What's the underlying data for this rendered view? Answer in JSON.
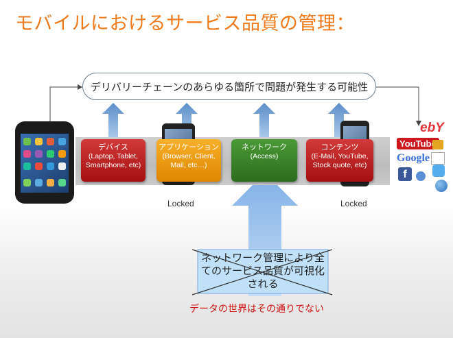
{
  "title": "モバイルにおけるサービス品質の管理：",
  "bubble_text": "デリバリーチェーンのあらゆる箇所で問題が発生する可能性",
  "chain": [
    {
      "title": "デバイス",
      "sub": "(Laptop, Tablet, Smartphone, etc)",
      "color": "#b81f1f"
    },
    {
      "title": "アプリケーション",
      "sub": "(Browser, Client, Mail, etc…)",
      "color": "#ef9a10"
    },
    {
      "title": "ネットワーク",
      "sub": "(Access)",
      "color": "#3b842a"
    },
    {
      "title": "コンテンツ",
      "sub": "(E-Mail, YouTube, Stock quote, etc)",
      "color": "#b81f1f"
    }
  ],
  "locked_labels": [
    "Locked",
    "Locked"
  ],
  "claim_text": "ネットワーク管理により全てのサービス品質が可視化される",
  "note": "データの世界はその通りでない",
  "logos": {
    "ebay": "ebY",
    "youtube": "YouTube",
    "google": "Google"
  },
  "icons": [
    "smartphone-icon",
    "mobile-phone-icon",
    "ebay-logo",
    "youtube-logo",
    "google-logo",
    "facebook-logo",
    "twitter-logo"
  ]
}
